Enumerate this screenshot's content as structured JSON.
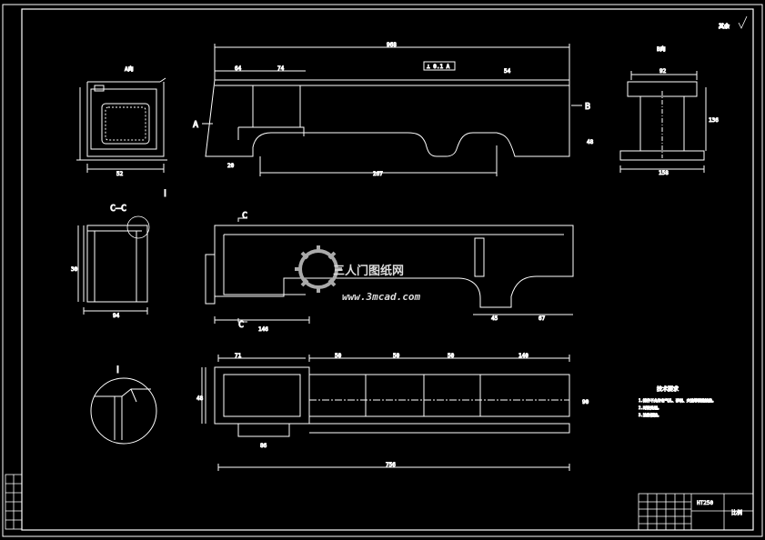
{
  "colors": {
    "background": "#000000",
    "line": "#ffffff",
    "watermark": "#aaaaaa"
  },
  "roughness": "其余",
  "views": {
    "a_label": "A向",
    "b_label": "B向",
    "cc_label": "C–C",
    "detail_label": "Ⅰ",
    "section_letter": "C",
    "arrow_a": "A",
    "arrow_b": "B"
  },
  "dimensions": {
    "top_overall": "968",
    "top_64": "64",
    "top_74": "74",
    "top_54": "54",
    "bottom_267": "267",
    "left_20": "20",
    "right_48": "48",
    "bc_92": "92",
    "bc_136": "136",
    "bc_158": "158",
    "a_52": "52",
    "cc_94": "94",
    "cc_30": "30",
    "mid_146": "146",
    "mid_67": "67",
    "mid_45": "45",
    "low_71": "71",
    "low_48": "48",
    "low_50a": "50",
    "low_50b": "50",
    "low_50c": "50",
    "low_140": "140",
    "low_total": "756",
    "low_86": "86",
    "low_90": "90",
    "tolerance_box": "⊥ 0.1 A"
  },
  "notes": {
    "title": "技术要求",
    "line1": "1.铸件不允许有气孔、砂眼、夹渣等铸造缺陷。",
    "line2": "2.时效处理。",
    "line3": "3.涂防锈漆。"
  },
  "title_block": {
    "part_code": "HT250",
    "scale_label": "比例"
  },
  "watermark": {
    "cn": "三人门图纸网",
    "url": "www.3mcad.com"
  }
}
